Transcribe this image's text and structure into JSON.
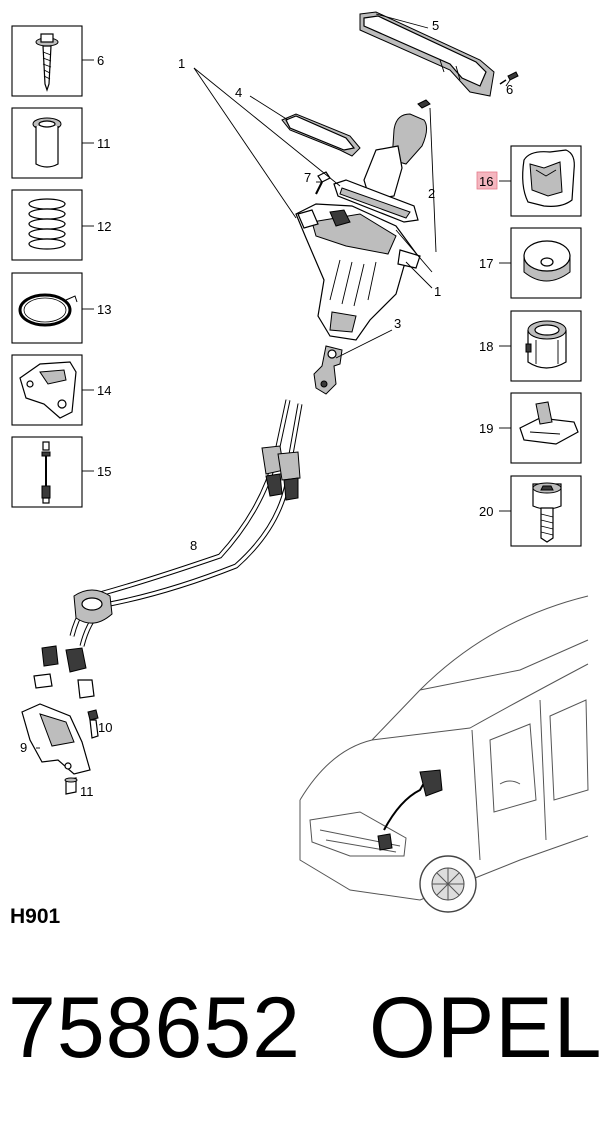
{
  "diagram": {
    "code": "H901",
    "callouts": [
      {
        "id": "1a",
        "label": "1"
      },
      {
        "id": "1b",
        "label": "1"
      },
      {
        "id": "2",
        "label": "2"
      },
      {
        "id": "3",
        "label": "3"
      },
      {
        "id": "4",
        "label": "4"
      },
      {
        "id": "5",
        "label": "5"
      },
      {
        "id": "6b",
        "label": "6"
      },
      {
        "id": "7",
        "label": "7"
      },
      {
        "id": "8",
        "label": "8"
      },
      {
        "id": "9",
        "label": "9"
      },
      {
        "id": "10",
        "label": "10"
      },
      {
        "id": "11b",
        "label": "11"
      }
    ],
    "left_column": [
      {
        "label": "6",
        "icon": "screw-with-washer-icon"
      },
      {
        "label": "11",
        "icon": "bushing-icon"
      },
      {
        "label": "12",
        "icon": "spring-icon"
      },
      {
        "label": "13",
        "icon": "circlip-icon"
      },
      {
        "label": "14",
        "icon": "bracket-icon"
      },
      {
        "label": "15",
        "icon": "cable-end-icon"
      }
    ],
    "right_column": [
      {
        "label": "16",
        "icon": "boot-icon",
        "highlighted": true
      },
      {
        "label": "17",
        "icon": "grommet-icon",
        "highlighted": false
      },
      {
        "label": "18",
        "icon": "sleeve-icon",
        "highlighted": false
      },
      {
        "label": "19",
        "icon": "clip-icon",
        "highlighted": false
      },
      {
        "label": "20",
        "icon": "socket-screw-icon",
        "highlighted": false
      }
    ],
    "highlight_color": "#f4b6bf"
  },
  "footer": {
    "part_number": "758652",
    "brand": "OPEL"
  }
}
